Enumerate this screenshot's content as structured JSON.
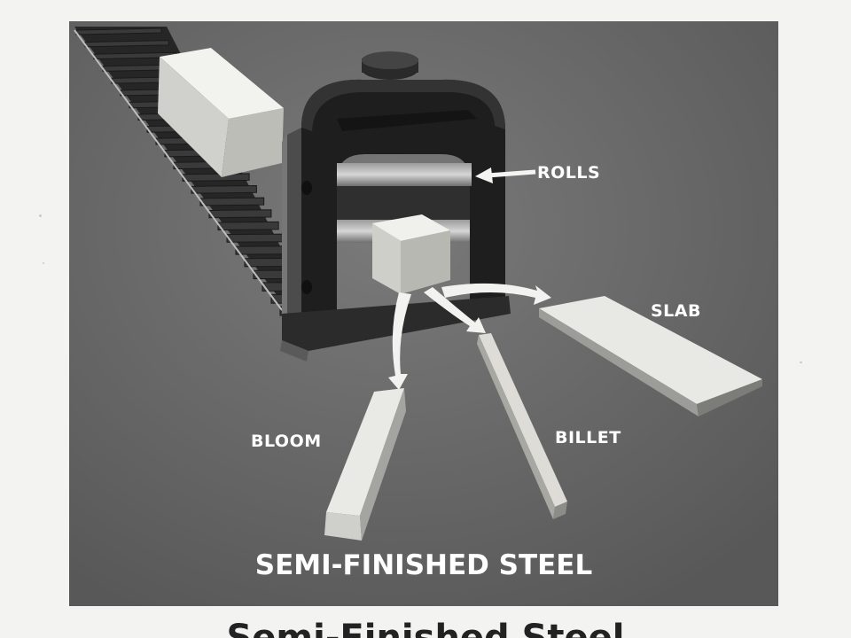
{
  "labels": {
    "rolls": "ROLLS",
    "slab": "SLAB",
    "bloom": "BLOOM",
    "billet": "BILLET"
  },
  "title": "SEMI-FINISHED STEEL",
  "caption": "Semi-Finished Steel",
  "colors": {
    "background": "#6b6b6b",
    "mill_frame": "#1e1e1e",
    "steel": "#e4e4e0",
    "arrow": "#f2f2f0",
    "label": "#ffffff"
  }
}
